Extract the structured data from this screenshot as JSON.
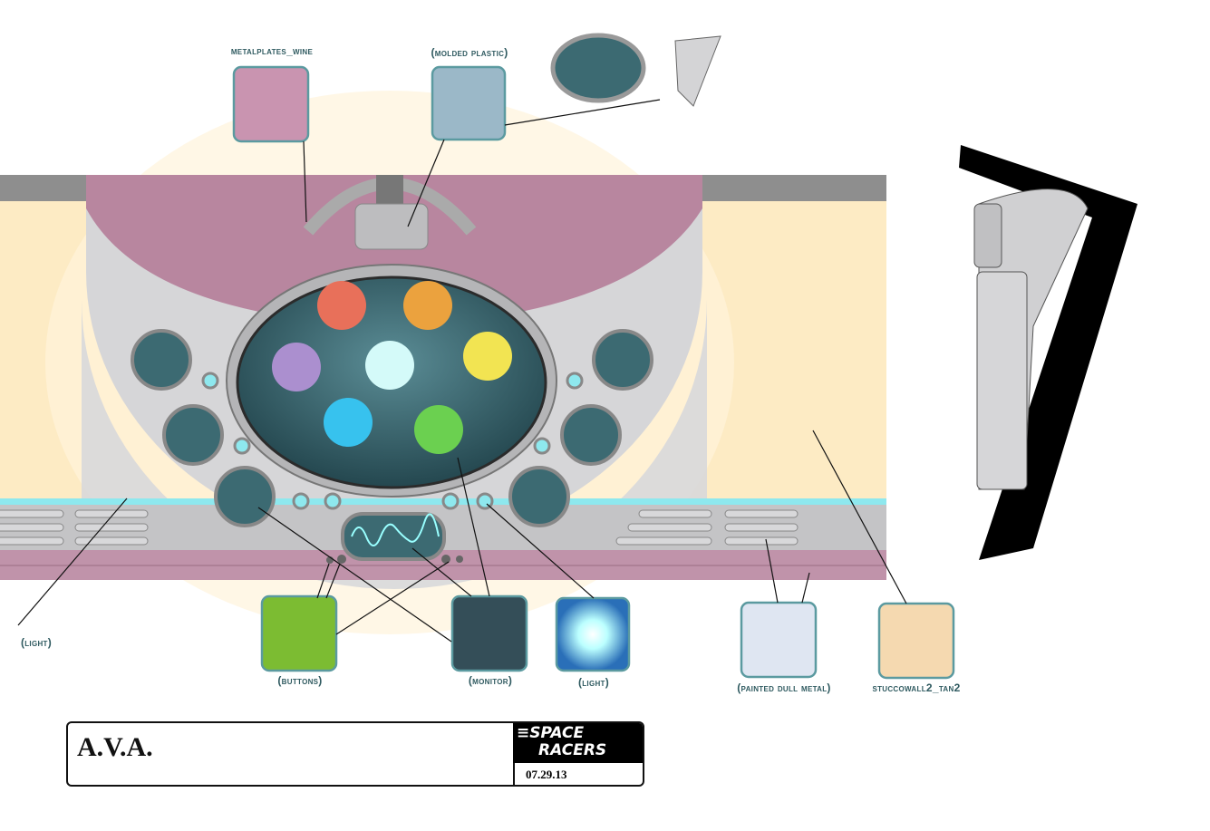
{
  "labels": {
    "metal_plates": "metalPlates_wine",
    "molded_plastic": "(molded plastic)",
    "light_left": "(light)",
    "buttons": "(buttons)",
    "monitor": "(monitor)",
    "light": "(light)",
    "painted_metal": "(painted dull metal)",
    "stucco": "stuccoWall2_tan2"
  },
  "title_block": {
    "title": "A.V.A.",
    "logo_line1": "≡SPACE",
    "logo_line2": "RACERS",
    "date": "07.29.13"
  },
  "colors": {
    "label": "#2f5a60",
    "tan": "#fdebc4",
    "wine": "#b8869f",
    "metal": "#d4d4d6",
    "screen": "#3f6f7a",
    "accent_cyan": "#8ee8ee"
  },
  "screen_dots": [
    "#e8705a",
    "#eba23e",
    "#ab8fcf",
    "#d4faf9",
    "#f2e452",
    "#37c2ee",
    "#6bd050"
  ]
}
